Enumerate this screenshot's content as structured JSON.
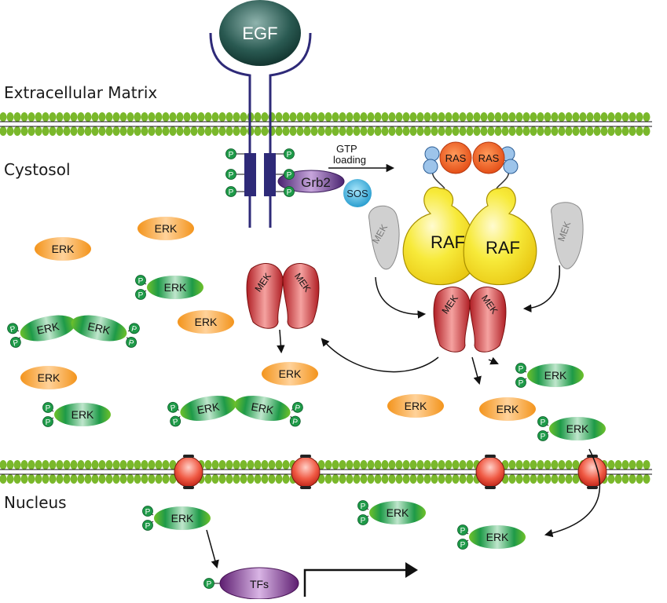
{
  "regions": {
    "extracellular": "Extracellular Matrix",
    "cytosol": "Cystosol",
    "nucleus": "Nucleus"
  },
  "ligand": "EGF",
  "adaptor": "Grb2",
  "gef": "SOS",
  "gtp_label_line1": "GTP",
  "gtp_label_line2": "loading",
  "ras": "RAS",
  "raf": "RAF",
  "mek": "MEK",
  "erk": "ERK",
  "tfs": "TFs",
  "phospho": "P",
  "colors": {
    "membrane": "#7ab82b",
    "receptor": "#2e2a78",
    "erk_orange": "#f39a24",
    "erk_green": "#1e9a48",
    "mek_red": "#c8262c",
    "raf_yellow": "#f5e61c",
    "ras_orange": "#ef5a1a",
    "grb2_purple": "#6a3b8e",
    "sos_blue": "#1ea6dc",
    "tfs_purple": "#7c2f8e",
    "egf": "#1f4a42"
  }
}
